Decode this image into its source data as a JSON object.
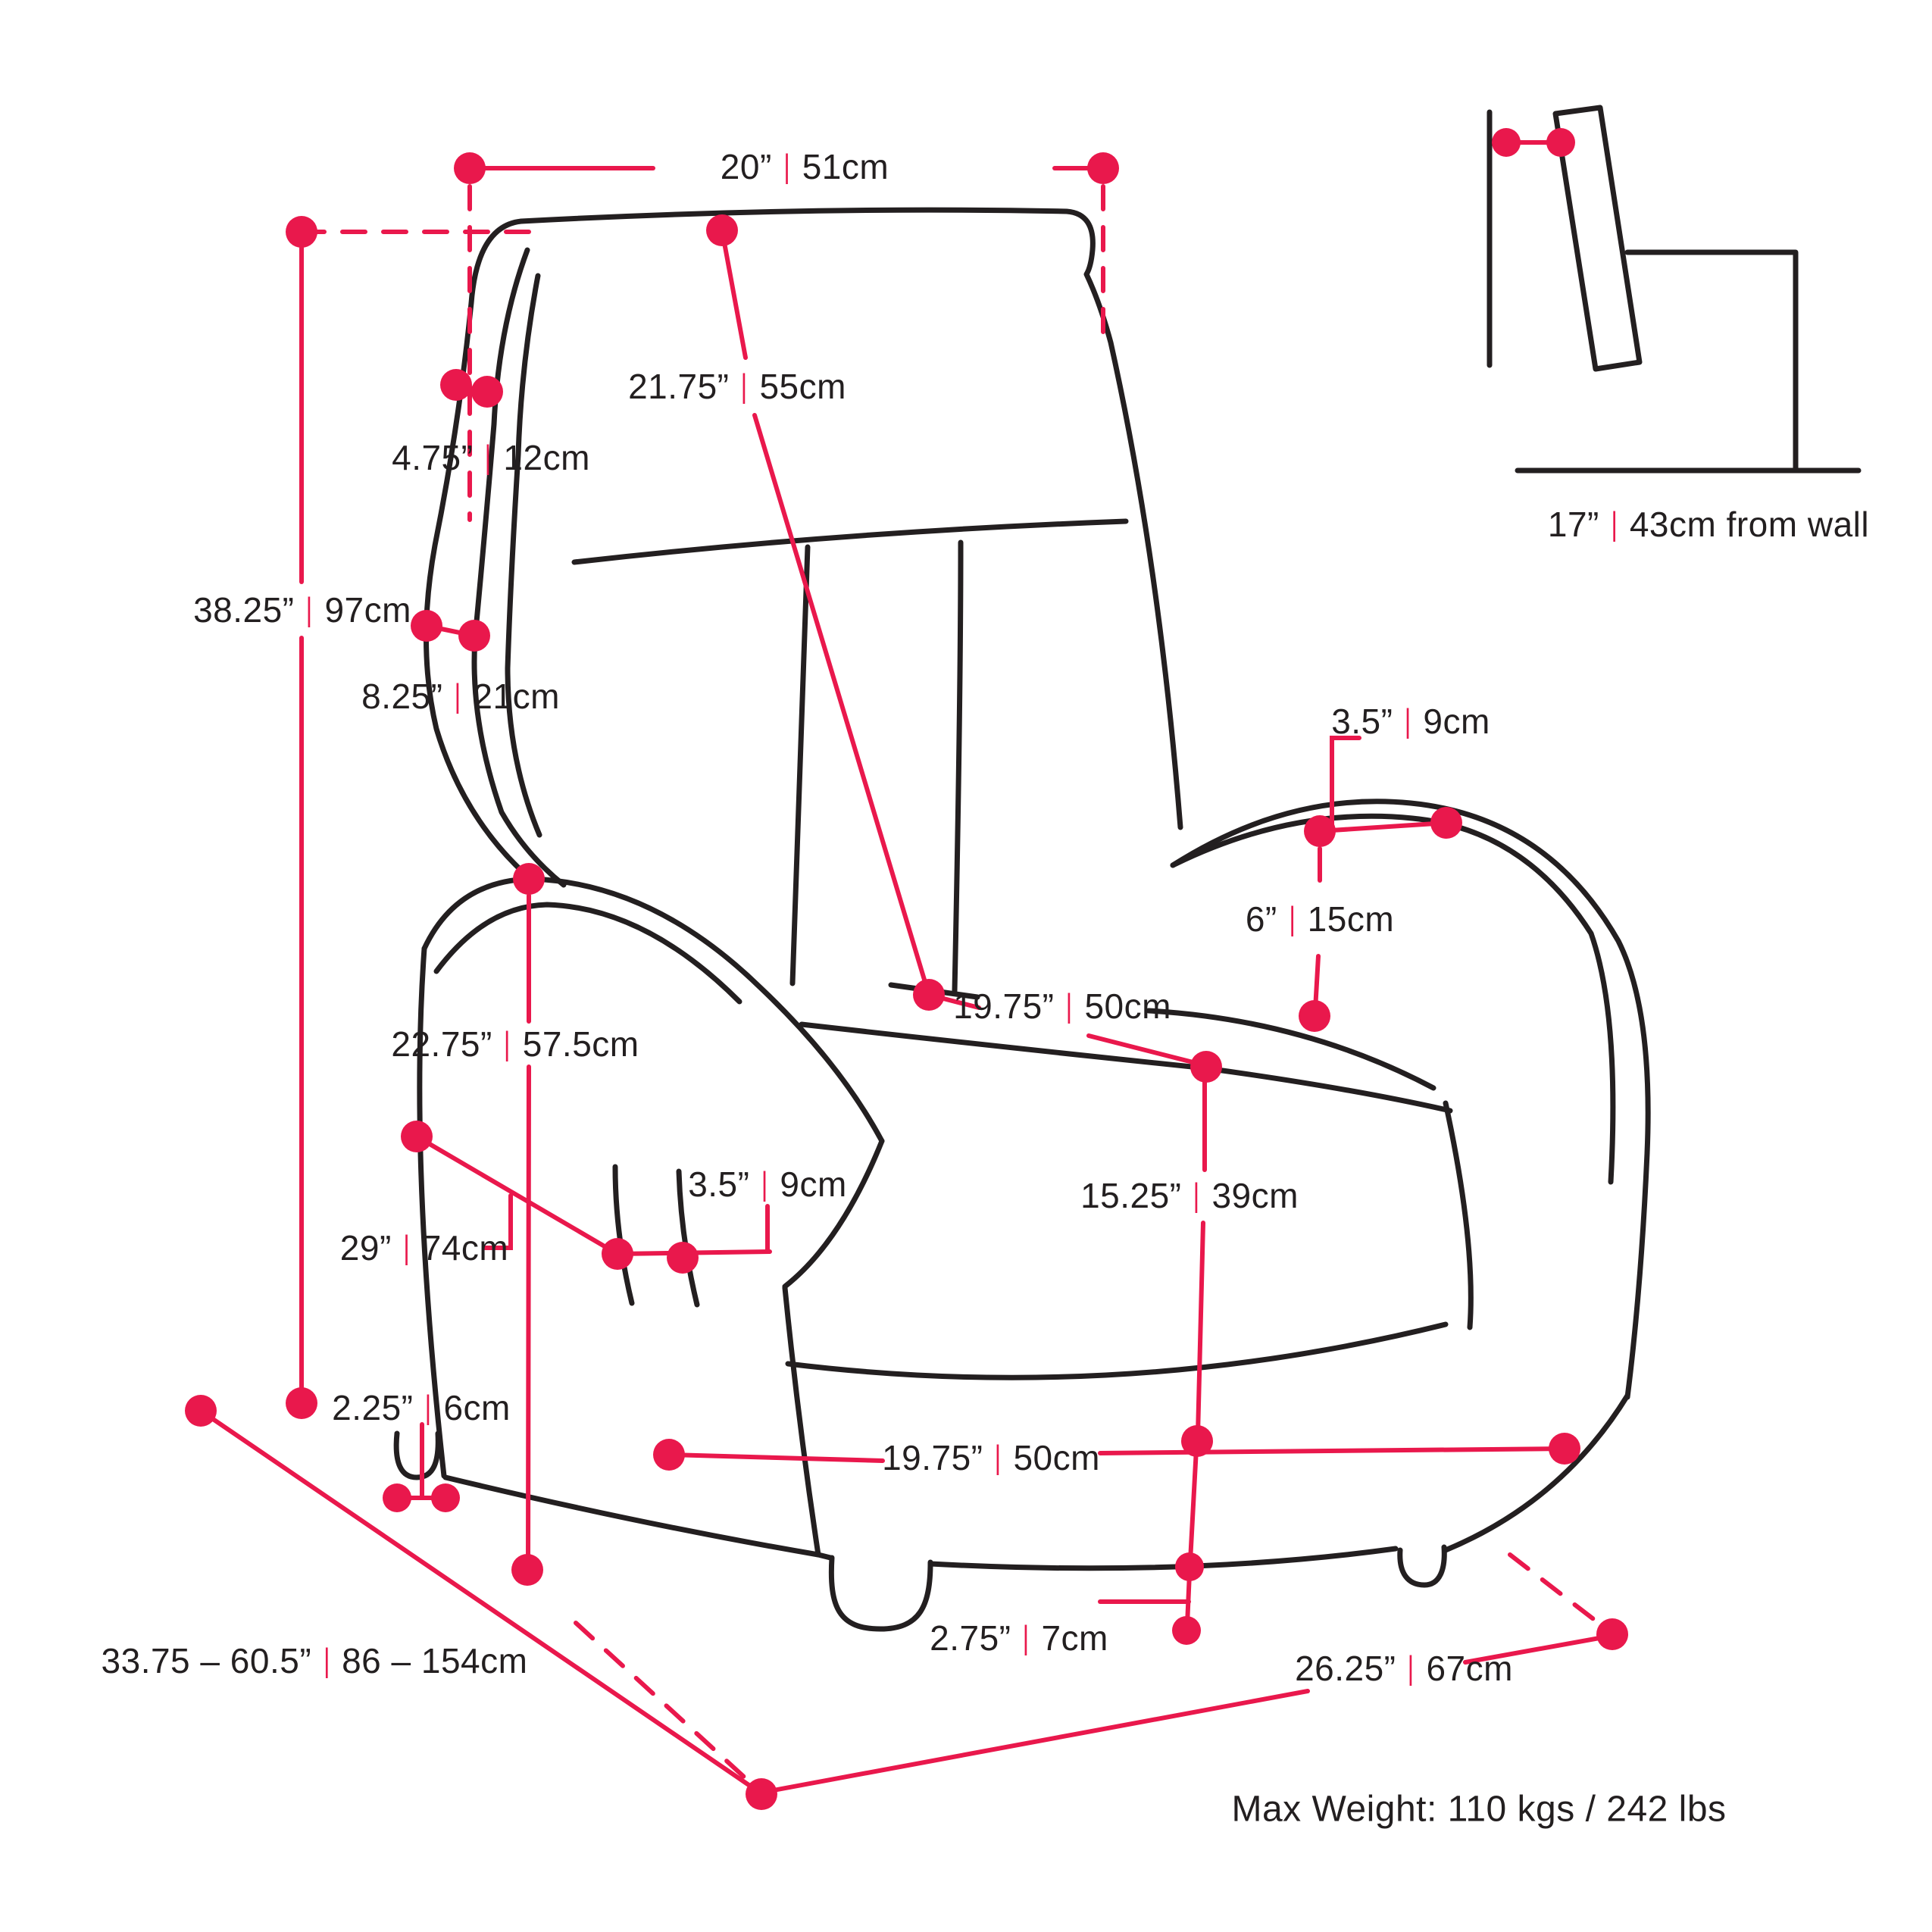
{
  "colors": {
    "accent": "#e9184c",
    "ink": "#231f20",
    "background": "#ffffff"
  },
  "separator": "|",
  "dimensions": {
    "top_width": {
      "in": "20”",
      "cm": "51cm"
    },
    "backrest_length": {
      "in": "21.75”",
      "cm": "55cm"
    },
    "headrest_side": {
      "in": "4.75”",
      "cm": "12cm"
    },
    "total_height": {
      "in": "38.25”",
      "cm": "97cm"
    },
    "back_side": {
      "in": "8.25”",
      "cm": "21cm"
    },
    "armrest_top_width": {
      "in": "3.5”",
      "cm": "9cm"
    },
    "armrest_above_seat": {
      "in": "6”",
      "cm": "15cm"
    },
    "seat_width": {
      "in": "19.75”",
      "cm": "50cm"
    },
    "arm_height": {
      "in": "22.75”",
      "cm": "57.5cm"
    },
    "armrest_front_width": {
      "in": "3.5”",
      "cm": "9cm"
    },
    "seat_depth": {
      "in": "29”",
      "cm": "74cm"
    },
    "seat_height": {
      "in": "15.25”",
      "cm": "39cm"
    },
    "base_front_width": {
      "in": "19.75”",
      "cm": "50cm"
    },
    "foot_height": {
      "in": "2.25”",
      "cm": "6cm"
    },
    "base_clearance": {
      "in": "2.75”",
      "cm": "7cm"
    },
    "recline_length": {
      "in": "33.75 – 60.5”",
      "cm": "86 – 154cm"
    },
    "base_side_depth": {
      "in": "26.25”",
      "cm": "67cm"
    },
    "wall_clearance": {
      "in": "17”",
      "cm": "43cm from wall"
    }
  },
  "notes": {
    "max_weight": "Max Weight: 110 kgs / 242 lbs"
  }
}
